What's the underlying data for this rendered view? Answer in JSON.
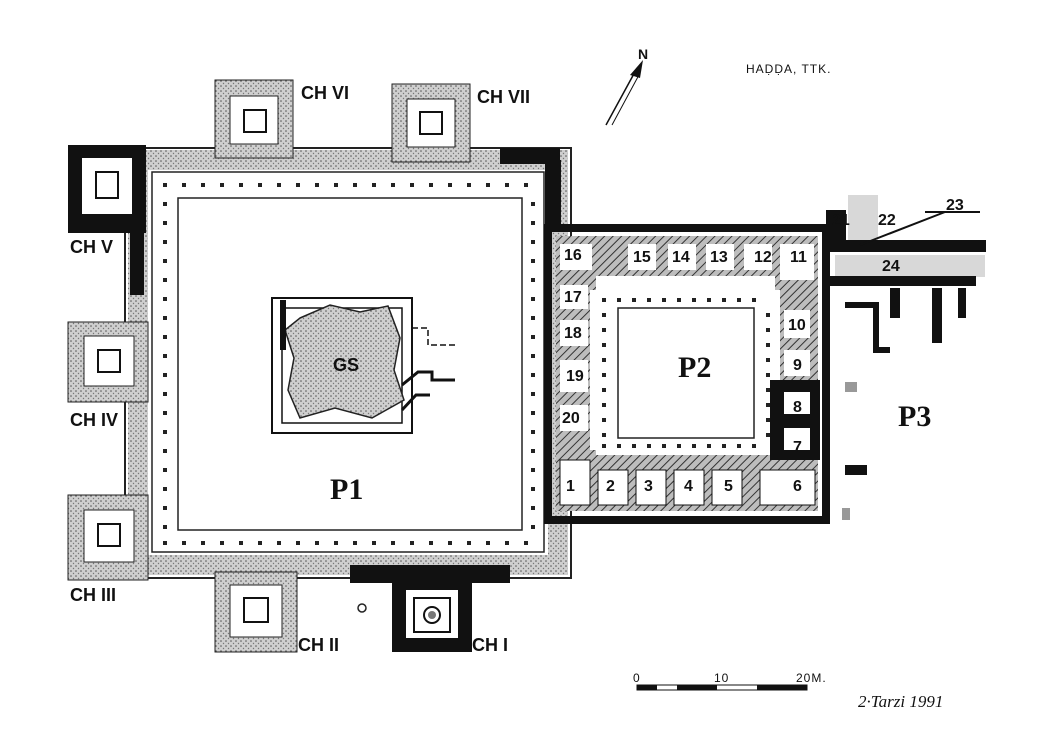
{
  "header": {
    "site": "HAḌḌA, TTK.",
    "north": "N"
  },
  "areas": {
    "p1": "P1",
    "p2": "P2",
    "p3": "P3",
    "gs": "GS"
  },
  "chapels": [
    "CH I",
    "CH II",
    "CH III",
    "CH IV",
    "CH V",
    "CH VI",
    "CH VII"
  ],
  "rooms": [
    "1",
    "2",
    "3",
    "4",
    "5",
    "6",
    "7",
    "8",
    "9",
    "10",
    "11",
    "12",
    "13",
    "14",
    "15",
    "16",
    "17",
    "18",
    "19",
    "20",
    "21",
    "22",
    "23",
    "24"
  ],
  "scale": {
    "zero": "0",
    "mid": "10",
    "end": "20M."
  },
  "signature": "2·Tarzi 1991"
}
